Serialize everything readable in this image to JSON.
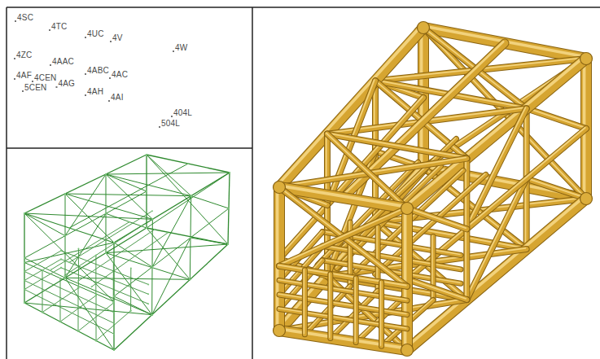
{
  "diagram": {
    "labels": [
      "4SC",
      "4TC",
      "4UC",
      "4V",
      "4W",
      "4ZC",
      "4AAC",
      "4ABC",
      "4AC",
      "4AF",
      "4CEN",
      "4AG",
      "5CEN",
      "4AH",
      "4AI",
      "404L",
      "504L"
    ]
  }
}
